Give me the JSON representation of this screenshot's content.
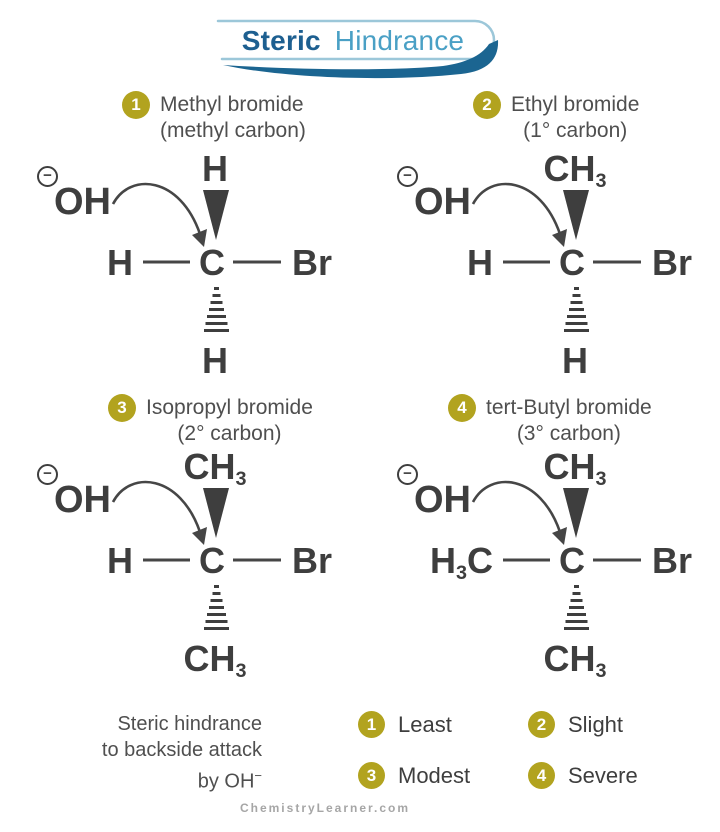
{
  "title": {
    "word_bold": "Steric",
    "word_light": "Hindrance"
  },
  "colors": {
    "title_bold": "#1d5f90",
    "title_light": "#4aa0c5",
    "banner_outline": "#9cc7d9",
    "banner_swoosh": "#1b6591",
    "badge": "#b2a31f",
    "molecule_ink": "#3e3e3e",
    "label_text": "#4f4f4f",
    "footer_text": "#a6a6a6"
  },
  "panels": [
    {
      "number": "1",
      "name": "Methyl bromide",
      "subtitle": "(methyl carbon)",
      "oh": {
        "charge": "−",
        "label": "OH"
      },
      "atoms": {
        "top": {
          "a": "H",
          "sub": ""
        },
        "left": {
          "a": "H",
          "sub": "",
          "b": ""
        },
        "center": "C",
        "right": "Br",
        "bottom": {
          "a": "H",
          "sub": ""
        }
      }
    },
    {
      "number": "2",
      "name": "Ethyl bromide",
      "subtitle": "(1° carbon)",
      "oh": {
        "charge": "−",
        "label": "OH"
      },
      "atoms": {
        "top": {
          "a": "CH",
          "sub": "3"
        },
        "left": {
          "a": "H",
          "sub": "",
          "b": ""
        },
        "center": "C",
        "right": "Br",
        "bottom": {
          "a": "H",
          "sub": ""
        }
      }
    },
    {
      "number": "3",
      "name": "Isopropyl bromide",
      "subtitle": "(2° carbon)",
      "oh": {
        "charge": "−",
        "label": "OH"
      },
      "atoms": {
        "top": {
          "a": "CH",
          "sub": "3"
        },
        "left": {
          "a": "H",
          "sub": "",
          "b": ""
        },
        "center": "C",
        "right": "Br",
        "bottom": {
          "a": "CH",
          "sub": "3"
        }
      }
    },
    {
      "number": "4",
      "name": "tert-Butyl bromide",
      "subtitle": "(3° carbon)",
      "oh": {
        "charge": "−",
        "label": "OH"
      },
      "atoms": {
        "top": {
          "a": "CH",
          "sub": "3"
        },
        "left": {
          "a": "H",
          "sub": "3",
          "b": "C"
        },
        "center": "C",
        "right": "Br",
        "bottom": {
          "a": "CH",
          "sub": "3"
        }
      }
    }
  ],
  "legend": {
    "caption": {
      "line1": "Steric hindrance",
      "line2": "to backside attack",
      "line3": "by OH",
      "line3_sup": "−"
    },
    "items": [
      {
        "number": "1",
        "label": "Least"
      },
      {
        "number": "2",
        "label": "Slight"
      },
      {
        "number": "3",
        "label": "Modest"
      },
      {
        "number": "4",
        "label": "Severe"
      }
    ]
  },
  "footer": "ChemistryLearner.com"
}
